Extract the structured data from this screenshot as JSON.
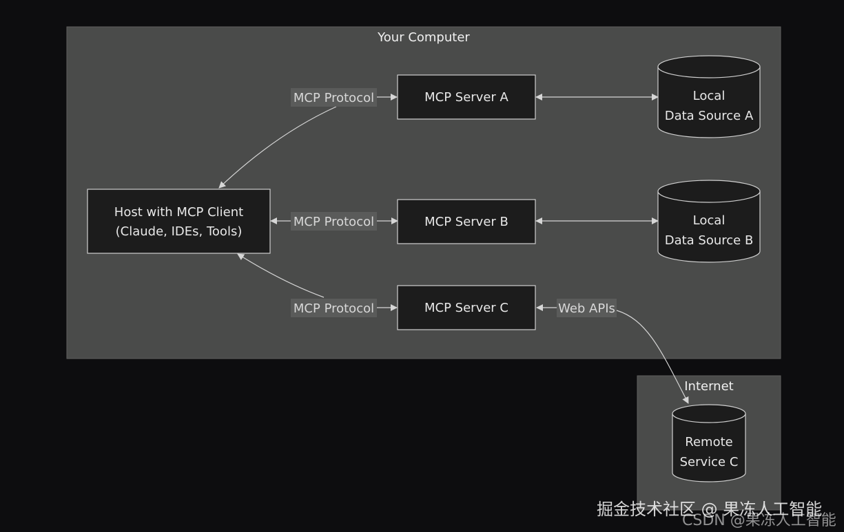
{
  "subgraphs": {
    "your_computer": {
      "label": "Your Computer"
    },
    "internet": {
      "label": "Internet"
    }
  },
  "nodes": {
    "host": {
      "lines": [
        "Host with MCP Client",
        "(Claude, IDEs, Tools)"
      ]
    },
    "server_a": {
      "label": "MCP Server A"
    },
    "server_b": {
      "label": "MCP Server B"
    },
    "server_c": {
      "label": "MCP Server C"
    },
    "data_a": {
      "lines": [
        "Local",
        "Data Source A"
      ]
    },
    "data_b": {
      "lines": [
        "Local",
        "Data Source B"
      ]
    },
    "remote_c": {
      "lines": [
        "Remote",
        "Service C"
      ]
    }
  },
  "edges": [
    {
      "from": "host",
      "to": "server_a",
      "label": "MCP Protocol",
      "bidirectional": true
    },
    {
      "from": "host",
      "to": "server_b",
      "label": "MCP Protocol",
      "bidirectional": true
    },
    {
      "from": "host",
      "to": "server_c",
      "label": "MCP Protocol",
      "bidirectional": true
    },
    {
      "from": "server_a",
      "to": "data_a",
      "label": "",
      "bidirectional": true
    },
    {
      "from": "server_b",
      "to": "data_b",
      "label": "",
      "bidirectional": true
    },
    {
      "from": "server_c",
      "to": "remote_c",
      "label": "Web APIs",
      "bidirectional": true
    }
  ],
  "colors": {
    "background": "#0d0d0f",
    "subgraph_fill": "#4a4b4a",
    "node_fill": "#1c1c1c",
    "stroke": "#cfcfcf"
  },
  "watermark": {
    "line1": "掘金技术社区 @ 果冻人工智能",
    "line2": "CSDN @果冻人工智能"
  }
}
